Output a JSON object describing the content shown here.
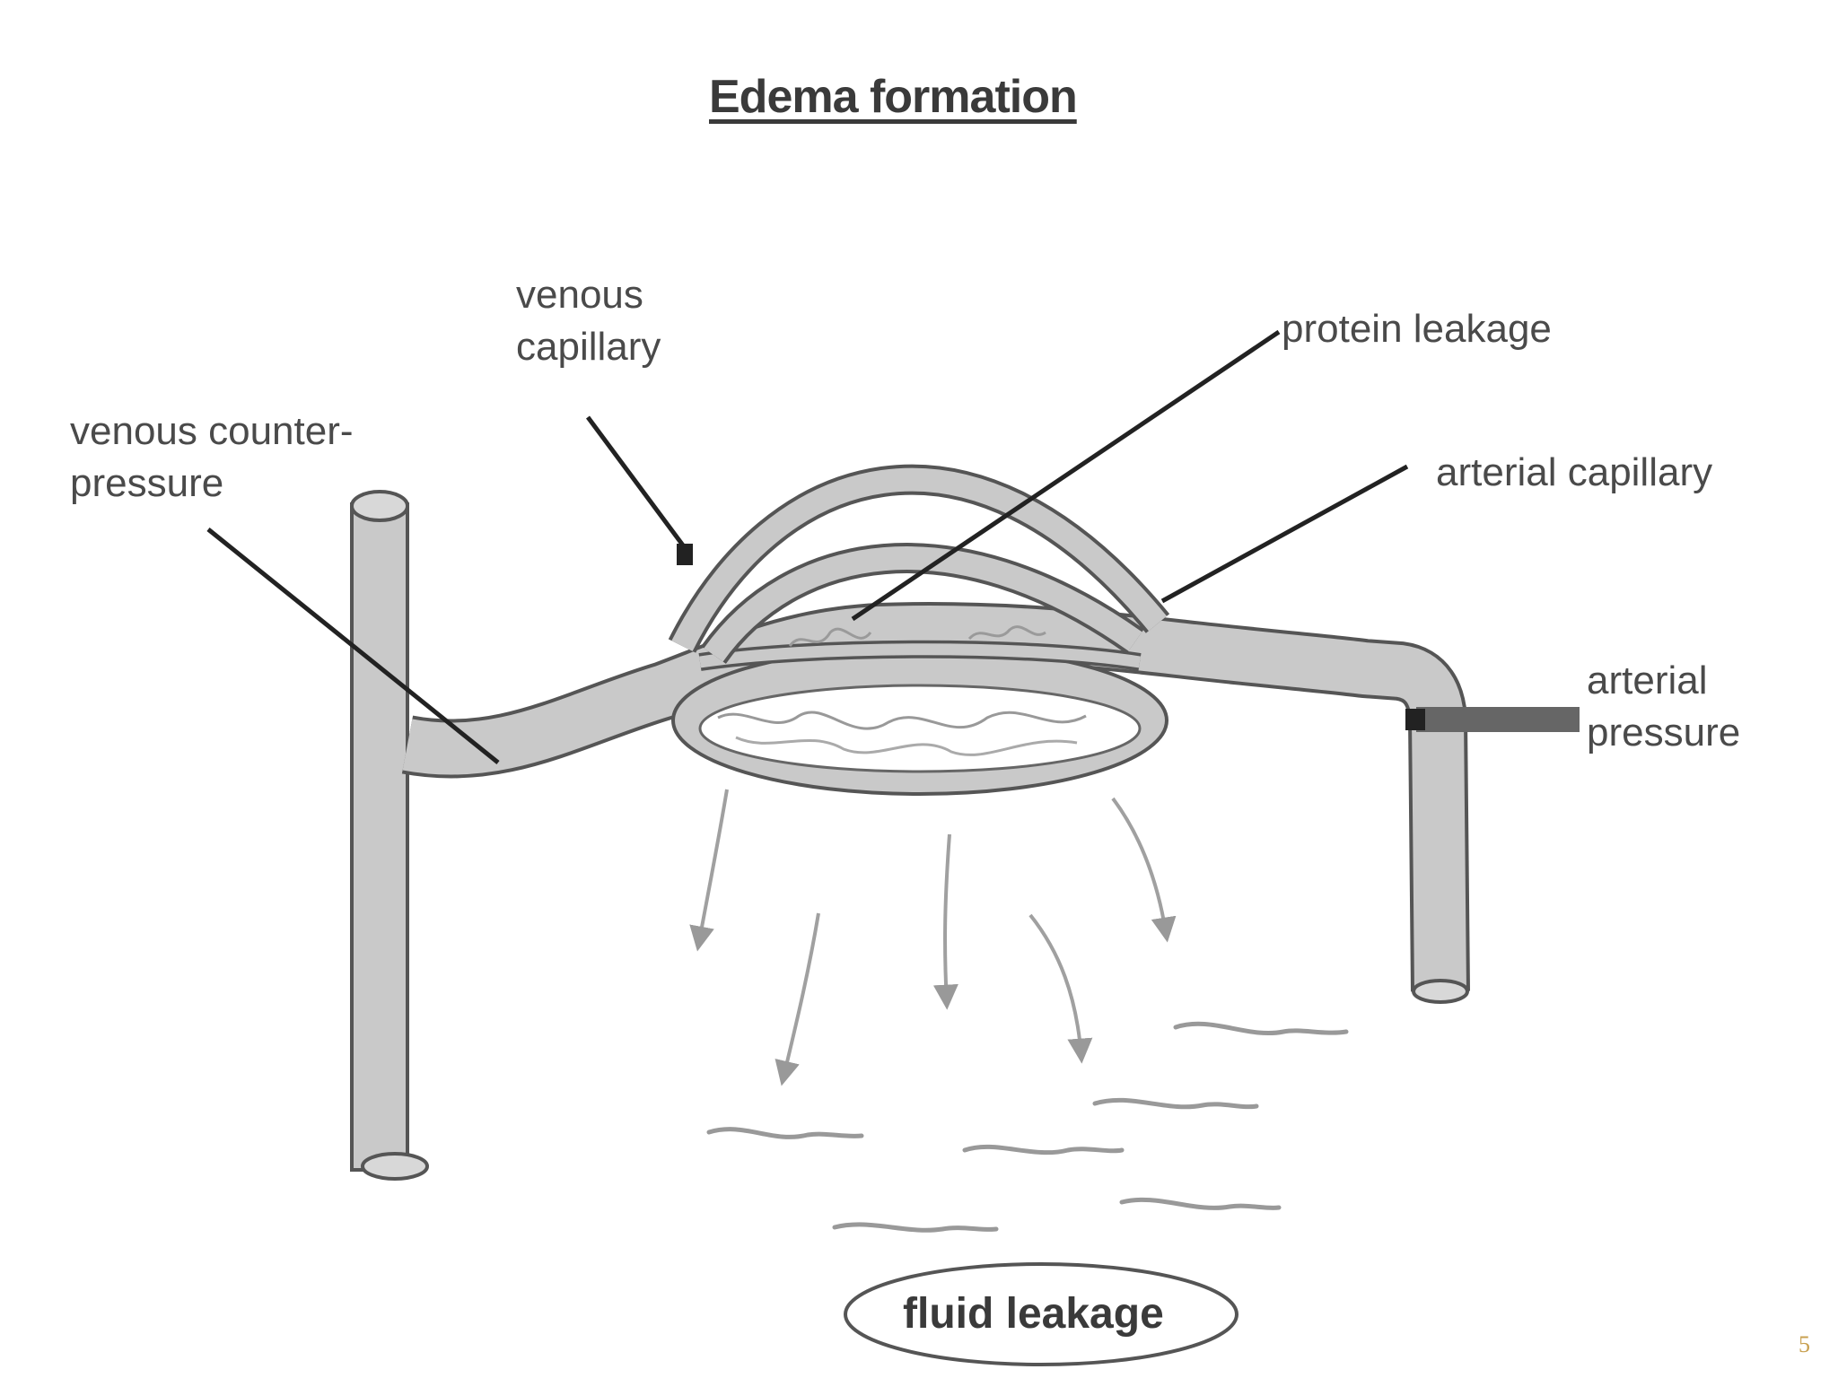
{
  "title": "Edema formation",
  "labels": {
    "venous_capillary": [
      "venous",
      "capillary"
    ],
    "venous_counter_pressure": [
      "venous counter-",
      "pressure"
    ],
    "protein_leakage": "protein leakage",
    "arterial_capillary": "arterial capillary",
    "arterial_pressure": [
      "arterial",
      "pressure"
    ],
    "fluid_leakage": "fluid leakage"
  },
  "page_number": "5"
}
